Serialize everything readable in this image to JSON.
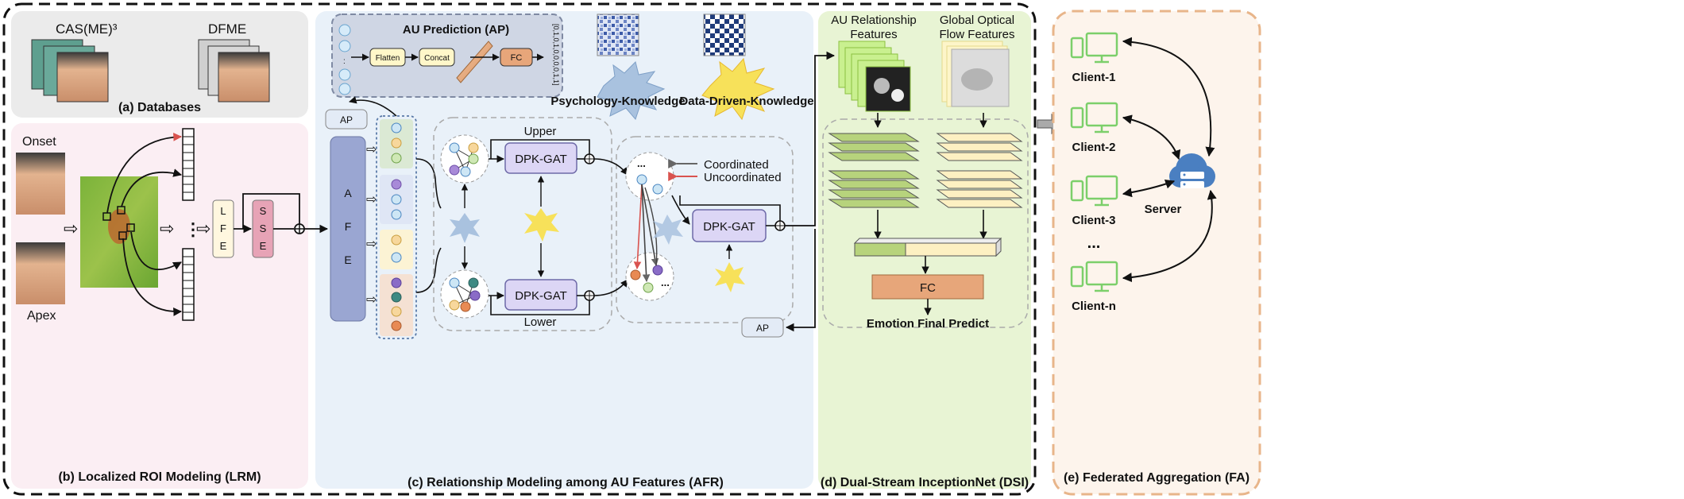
{
  "panels": {
    "a": {
      "caption": "(a) Databases",
      "db1": "CAS(ME)³",
      "db2": "DFME"
    },
    "b": {
      "caption": "(b) Localized ROI Modeling (LRM)",
      "onset": "Onset",
      "apex": "Apex",
      "lfe": [
        "L",
        "F",
        "E"
      ],
      "sse": [
        "S",
        "S",
        "E"
      ],
      "ellipsis": "⋮"
    },
    "c": {
      "caption": "(c) Relationship Modeling among AU Features (AFR)",
      "ap_title": "AU Prediction (AP)",
      "flatten": "Flatten",
      "concat": "Concat",
      "fc": "FC",
      "binary": "[0,1,0,1,0,0,0,0,1,1]",
      "ap_label": "AP",
      "afe": [
        "A",
        "F",
        "E"
      ],
      "upper": "Upper",
      "lower": "Lower",
      "gat_upper": "DPK-GAT",
      "gat_lower": "DPK-GAT",
      "gat_merge": "DPK-GAT",
      "psy": "Psychology-Knowledge",
      "dd": "Data-Driven-Knowledge",
      "coordinated": "Coordinated",
      "uncoordinated": "Uncoordinated",
      "dots": "..."
    },
    "d": {
      "caption": "(d) Dual-Stream InceptionNet (DSI)",
      "au_feat": [
        "AU Relationship",
        "Features"
      ],
      "flow_feat": [
        "Global Optical",
        "Flow Features"
      ],
      "fc": "FC",
      "predict": "Emotion Final Predict",
      "ap_label": "AP"
    },
    "e": {
      "caption": "(e) Federated Aggregation (FA)",
      "clients": [
        "Client-1",
        "Client-2",
        "Client-3",
        "Client-n"
      ],
      "dots": "...",
      "server": "Server"
    }
  },
  "colors": {
    "green": "#e8f4d4",
    "pink": "#fbeef3",
    "blue": "#e9f1f9",
    "gray": "#ebebeb",
    "gat": "#dcd6f5",
    "orange_dash": "#e8b58a",
    "client": "#7ccf6a",
    "server": "#4a7fc1"
  }
}
